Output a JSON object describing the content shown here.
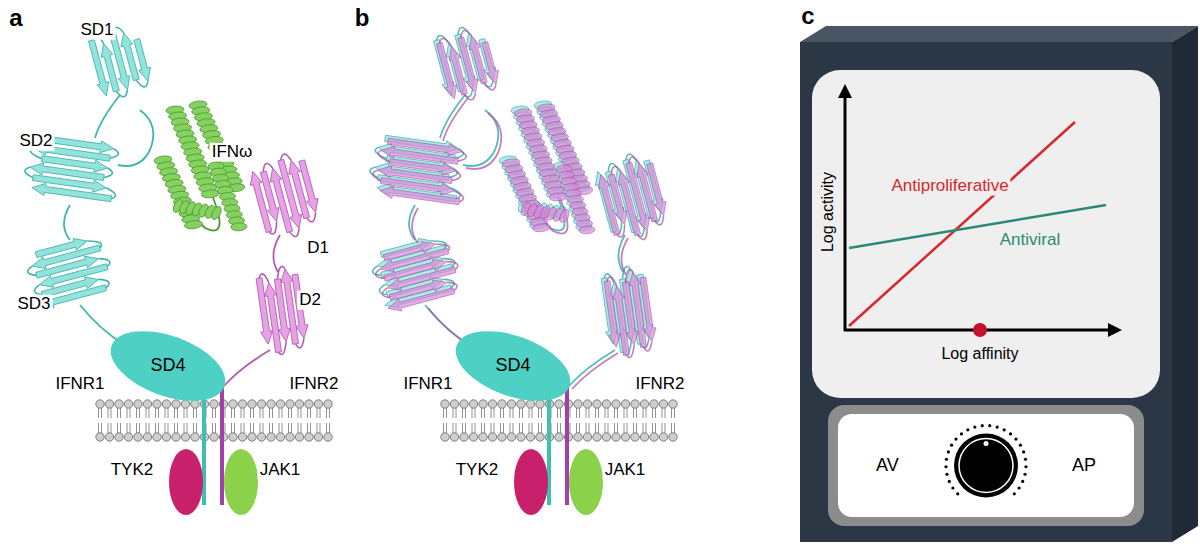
{
  "diagram": {
    "nodes": [
      {
        "text": [
          "SD4"
        ]
      },
      {
        "text": [
          "SD4"
        ]
      },
      {
        "text": [
          "AV",
          "AP"
        ]
      }
    ],
    "labels": [
      "a",
      "b",
      "c",
      "SD1",
      "SD2",
      "IFNω",
      "D1",
      "SD3",
      "D2",
      "IFNR1",
      "IFNR2",
      "TYK2",
      "JAK1",
      "IFNR1",
      "IFNR2",
      "TYK2",
      "JAK1",
      "Antiproliferative",
      "Antiviral",
      "Log activity",
      "Log affinity"
    ]
  }
}
